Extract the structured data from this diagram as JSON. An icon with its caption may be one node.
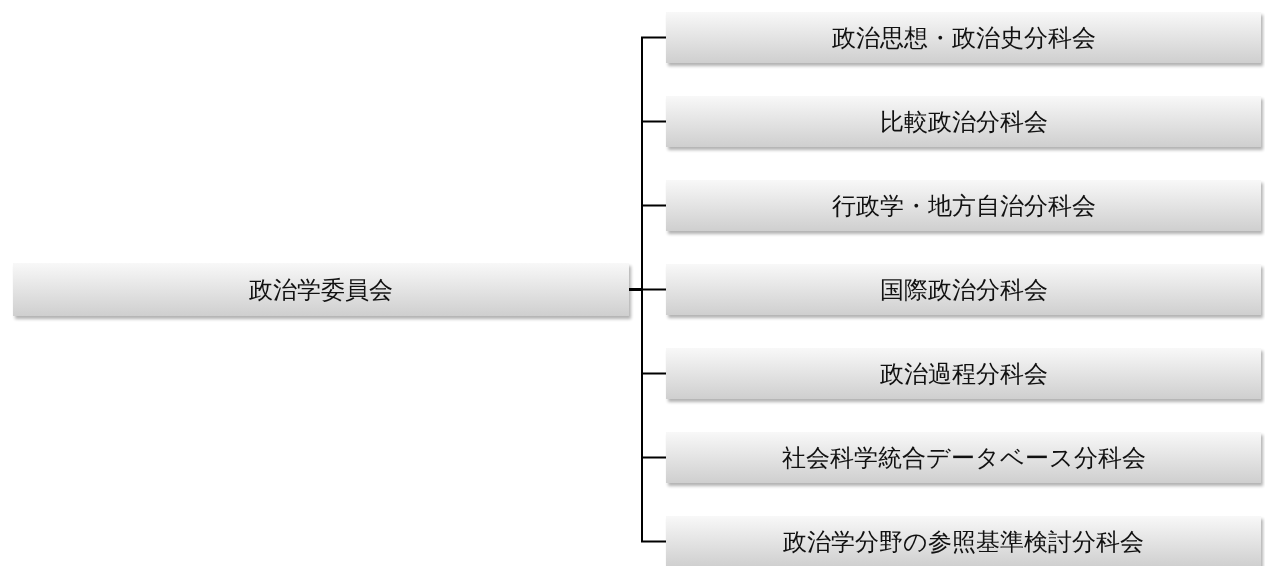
{
  "diagram": {
    "nodes": [
      {
        "text": [
          "政治学委員会"
        ]
      },
      {
        "text": [
          "政治思想・政治史分科会"
        ]
      },
      {
        "text": [
          "比較政治分科会"
        ]
      },
      {
        "text": [
          "行政学・地方自治分科会"
        ]
      },
      {
        "text": [
          "国際政治分科会"
        ]
      },
      {
        "text": [
          "政治過程分科会"
        ]
      },
      {
        "text": [
          "社会科学統合データベース分科会"
        ]
      },
      {
        "text": [
          "政治学分野の参照基準検討分科会"
        ]
      }
    ],
    "edges": [
      {
        "from": 0,
        "to": 1,
        "arrow": "none"
      },
      {
        "from": 0,
        "to": 2,
        "arrow": "none"
      },
      {
        "from": 0,
        "to": 3,
        "arrow": "none"
      },
      {
        "from": 0,
        "to": 4,
        "arrow": "none"
      },
      {
        "from": 0,
        "to": 5,
        "arrow": "none"
      },
      {
        "from": 0,
        "to": 6,
        "arrow": "none"
      },
      {
        "from": 0,
        "to": 7,
        "arrow": "none"
      }
    ]
  }
}
